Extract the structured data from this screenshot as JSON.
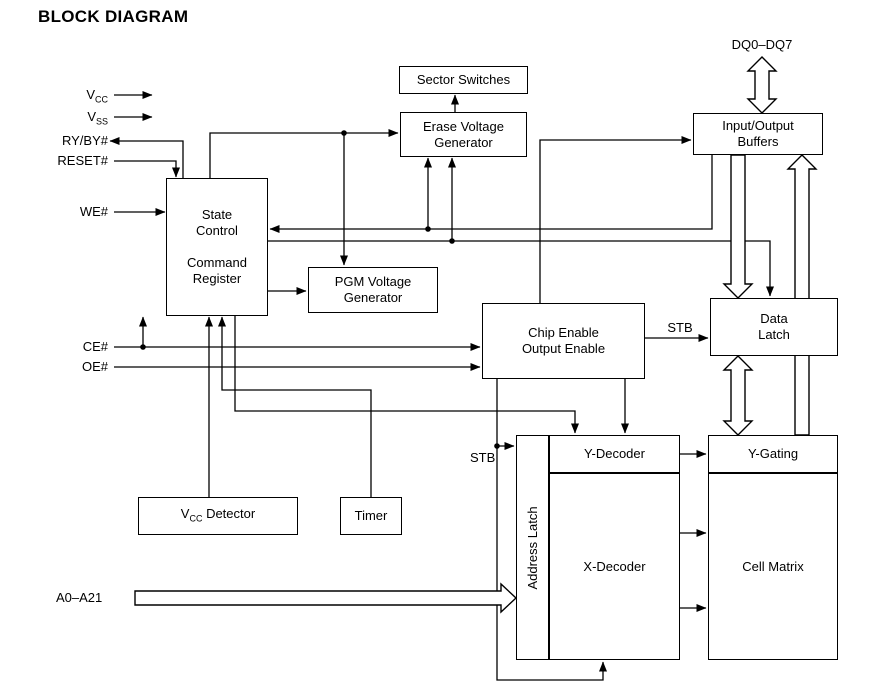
{
  "title": "BLOCK DIAGRAM",
  "pins": {
    "vcc": {
      "base": "V",
      "sub": "CC"
    },
    "vss": {
      "base": "V",
      "sub": "SS"
    },
    "ry_by": "RY/BY#",
    "reset": "RESET#",
    "we": "WE#",
    "ce": "CE#",
    "oe": "OE#",
    "addr_bus": "A0–A21",
    "data_bus": "DQ0–DQ7"
  },
  "signals": {
    "stb_data_latch": "STB",
    "stb_addr_latch": "STB"
  },
  "blocks": {
    "sector_switches": "Sector Switches",
    "erase_voltage_generator": "Erase Voltage\nGenerator",
    "io_buffers": "Input/Output\nBuffers",
    "state_control": "State\nControl\n\nCommand\nRegister",
    "pgm_voltage_generator": "PGM Voltage\nGenerator",
    "chip_enable_output_enable": "Chip Enable\nOutput Enable",
    "data_latch": "Data\nLatch",
    "address_latch": "Address Latch",
    "y_decoder": "Y-Decoder",
    "x_decoder": "X-Decoder",
    "y_gating": "Y-Gating",
    "cell_matrix": "Cell Matrix",
    "vcc_detector": {
      "base": "V",
      "sub": "CC",
      "rest": " Detector"
    },
    "timer": "Timer"
  },
  "colors": {
    "ink": "#000000",
    "paper": "#ffffff"
  }
}
